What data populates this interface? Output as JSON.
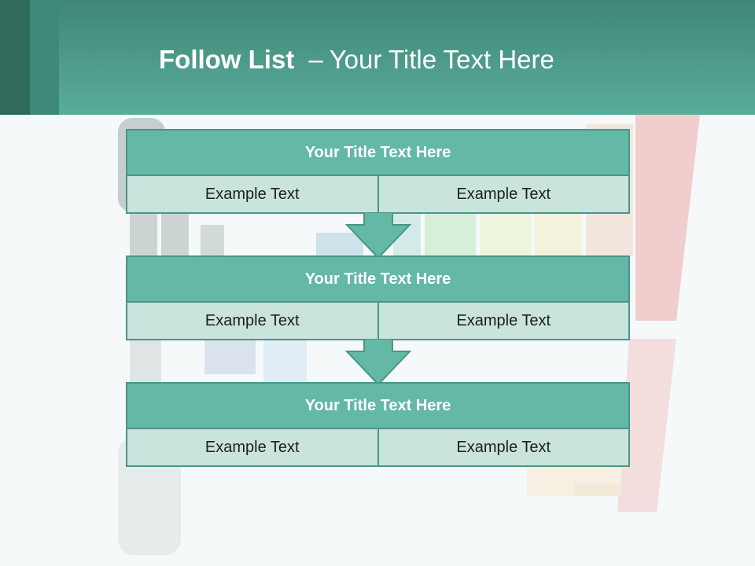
{
  "slide": {
    "title_bold": "Follow List",
    "title_separator": "–",
    "title_rest": "Your Title Text Here"
  },
  "rows": [
    {
      "title": "Your Title Text Here",
      "left": "Example Text",
      "right": "Example Text"
    },
    {
      "title": "Your Title Text Here",
      "left": "Example Text",
      "right": "Example Text"
    },
    {
      "title": "Your Title Text Here",
      "left": "Example Text",
      "right": "Example Text"
    }
  ],
  "colors": {
    "header": "#5aad9b",
    "row_title": "#64b8a6",
    "cell": "#c9e3dd",
    "border": "#4a9686"
  }
}
